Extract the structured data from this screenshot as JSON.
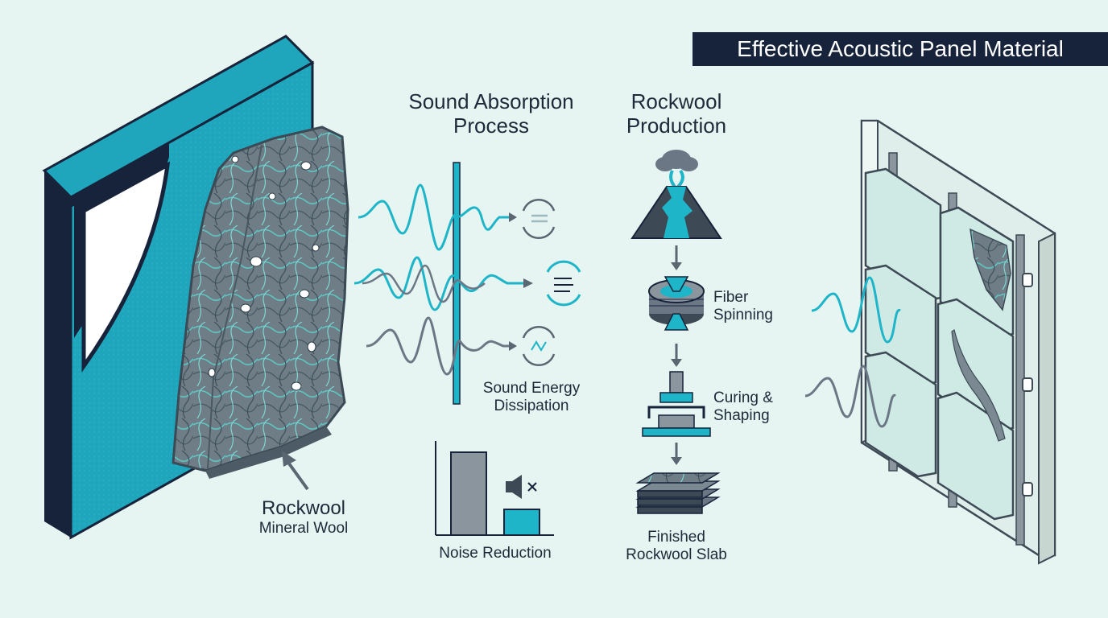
{
  "title": "Effective Acoustic Panel Material",
  "absorption": {
    "heading_line1": "Sound Absorption",
    "heading_line2": "Process",
    "dissipation_line1": "Sound Energy",
    "dissipation_line2": "Dissipation",
    "noise_reduction": "Noise Reduction"
  },
  "production": {
    "heading_line1": "Rockwool",
    "heading_line2": "Production",
    "steps": [
      {
        "line1": "Fiber",
        "line2": "Spinning"
      },
      {
        "line1": "Curing &",
        "line2": "Shaping"
      },
      {
        "line1": "Finished",
        "line2": "Rockwool Slab"
      }
    ]
  },
  "material": {
    "name": "Rockwool",
    "subtitle": "Mineral Wool"
  },
  "colors": {
    "teal": "#1fb5c9",
    "navy": "#17233a",
    "gray": "#6b7785",
    "background": "#e6f5f1"
  }
}
